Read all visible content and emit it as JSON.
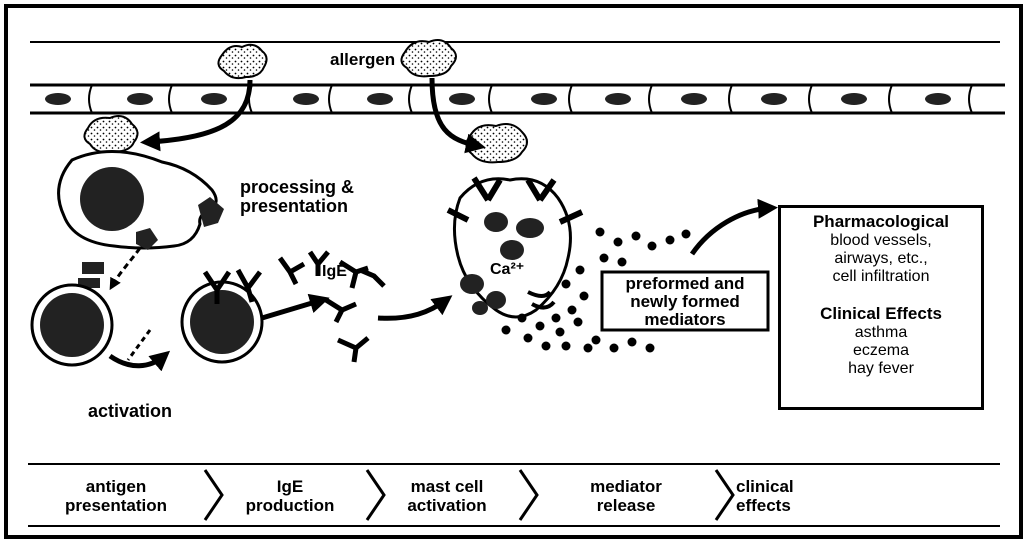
{
  "labels": {
    "allergen": "allergen",
    "processing_line1": "processing &",
    "processing_line2": "presentation",
    "activation": "activation",
    "ige": "IgE",
    "calcium": "Ca²⁺",
    "mediators_line1": "preformed and",
    "mediators_line2": "newly formed",
    "mediators_line3": "mediators"
  },
  "effects_box": {
    "pharmacological_heading": "Pharmacological",
    "pharmacological_items": [
      "blood vessels,",
      "airways, etc.,",
      "cell infiltration"
    ],
    "clinical_heading": "Clinical Effects",
    "clinical_items": [
      "asthma",
      "eczema",
      "hay fever"
    ]
  },
  "stages": [
    {
      "line1": "antigen",
      "line2": "presentation"
    },
    {
      "line1": "IgE",
      "line2": "production"
    },
    {
      "line1": "mast cell",
      "line2": "activation"
    },
    {
      "line1": "mediator",
      "line2": "release"
    },
    {
      "line1": "clinical",
      "line2": "effects"
    }
  ],
  "colors": {
    "ink": "#000000",
    "paper": "#ffffff",
    "cell_fill": "#222222"
  }
}
